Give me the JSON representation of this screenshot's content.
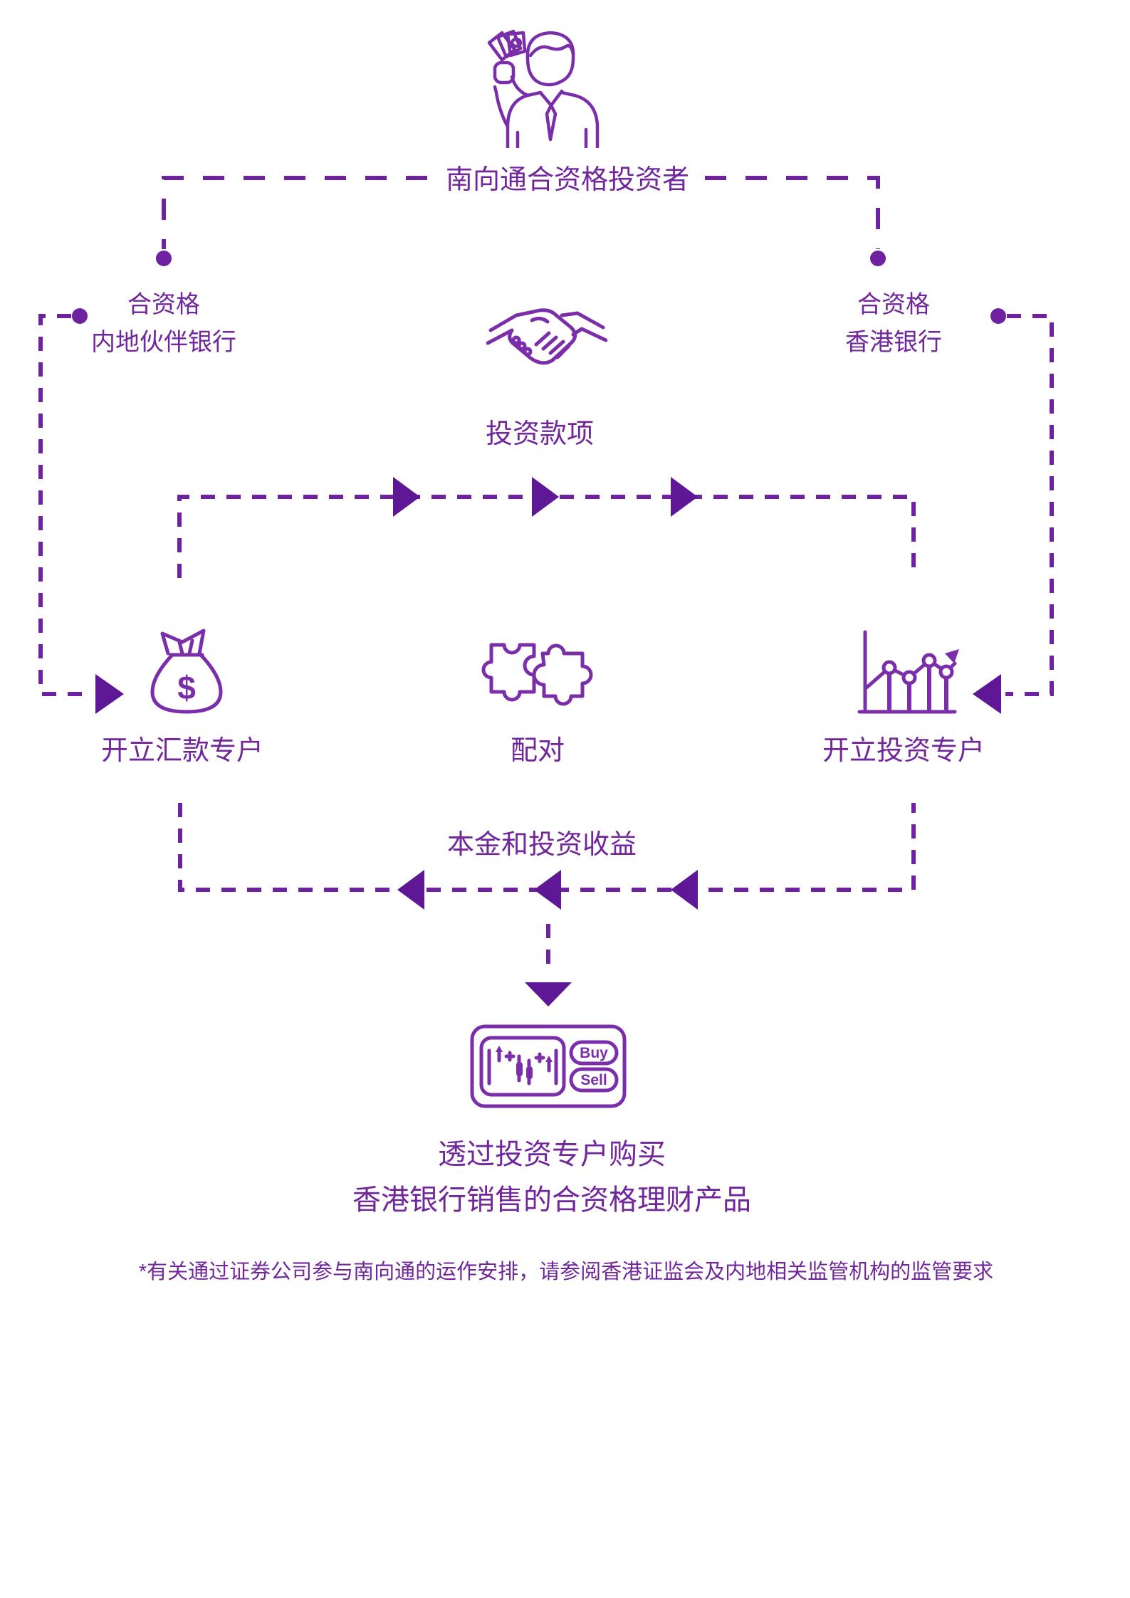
{
  "theme": {
    "bg": "#ffffff",
    "text": "#71269c",
    "line": "#6e21a0",
    "arrow": "#5e1795",
    "icon": "#7b2ea9"
  },
  "investor": {
    "label": "南向通合资格投资者",
    "icon": "investor-holding-banknotes-icon"
  },
  "mainland_bank": {
    "line1": "合资格",
    "line2": "内地伙伴银行"
  },
  "hk_bank": {
    "line1": "合资格",
    "line2": "香港银行"
  },
  "funds": {
    "label": "投资款项",
    "icon": "handshake-icon"
  },
  "remittance_account": {
    "label": "开立汇款专户",
    "icon": "money-bag-icon",
    "currency_symbol": "$"
  },
  "pairing": {
    "label": "配对",
    "icon": "puzzle-pieces-icon"
  },
  "investment_account": {
    "label": "开立投资专户",
    "icon": "growth-chart-icon"
  },
  "returns": {
    "label": "本金和投资收益"
  },
  "purchase": {
    "caption_line1": "透过投资专户购买",
    "caption_line2": "香港银行销售的合资格理财产品",
    "icon": "trading-terminal-icon",
    "buy_label": "Buy",
    "sell_label": "Sell"
  },
  "footnote": "*有关通过证券公司参与南向通的运作安排，请参阅香港证监会及内地相关监管机构的监管要求"
}
